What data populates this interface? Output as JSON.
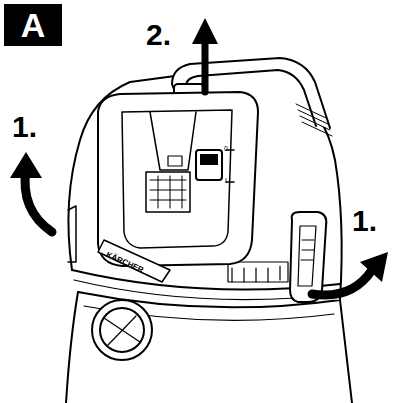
{
  "diagram": {
    "nodes": [
      {
        "text": [
          "A"
        ]
      }
    ],
    "labels": [
      "1.",
      "2.",
      "1.",
      "KÄRCHER",
      "0",
      "I"
    ]
  }
}
